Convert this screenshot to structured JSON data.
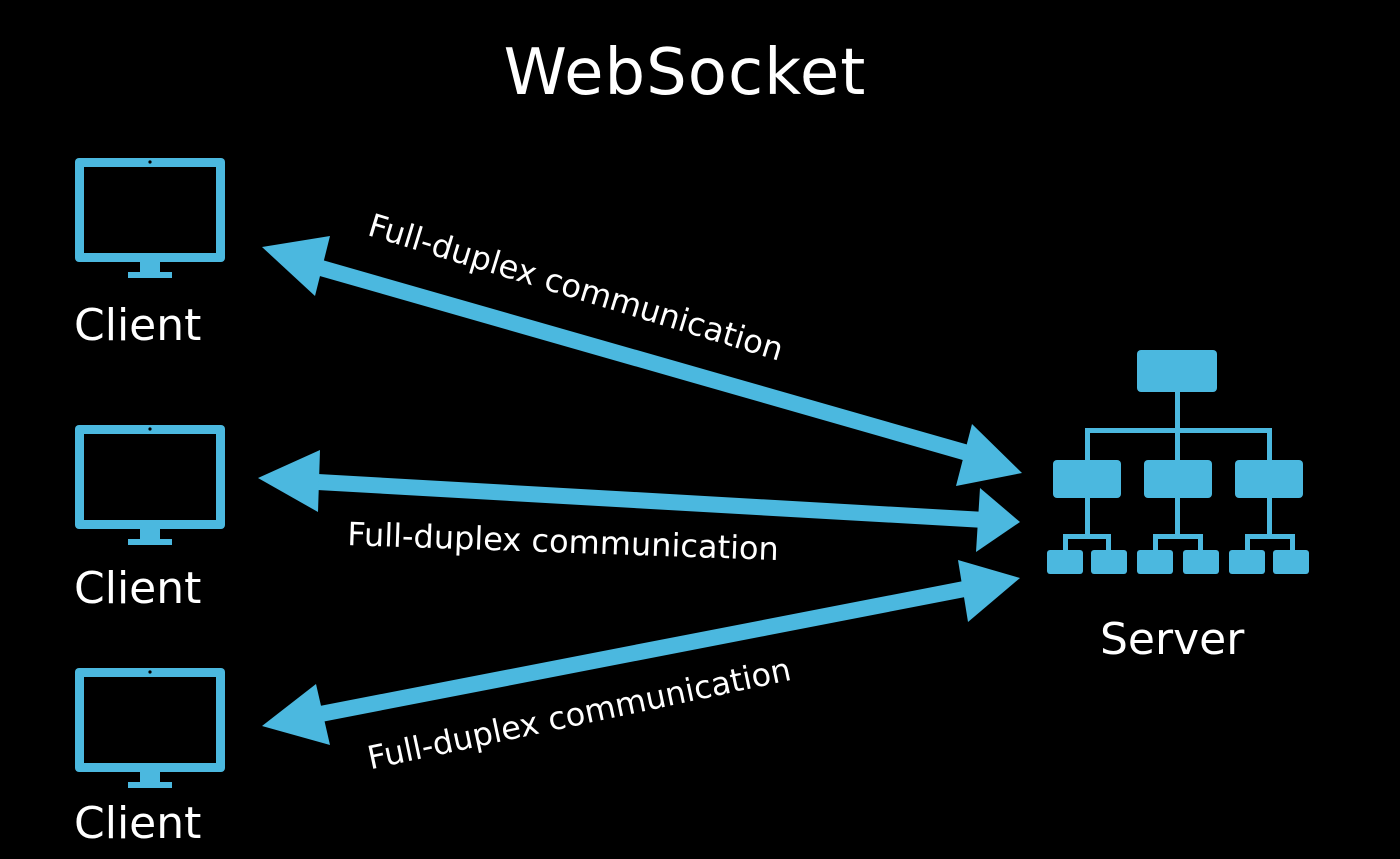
{
  "title": "WebSocket",
  "colors": {
    "background": "#000000",
    "accent": "#4bb8df",
    "text": "#ffffff"
  },
  "clients": [
    {
      "label": "Client",
      "icon": "monitor-icon"
    },
    {
      "label": "Client",
      "icon": "monitor-icon"
    },
    {
      "label": "Client",
      "icon": "monitor-icon"
    }
  ],
  "server": {
    "label": "Server",
    "icon": "network-hierarchy-icon"
  },
  "connections": [
    {
      "label": "Full-duplex communication"
    },
    {
      "label": "Full-duplex communication"
    },
    {
      "label": "Full-duplex communication"
    }
  ]
}
